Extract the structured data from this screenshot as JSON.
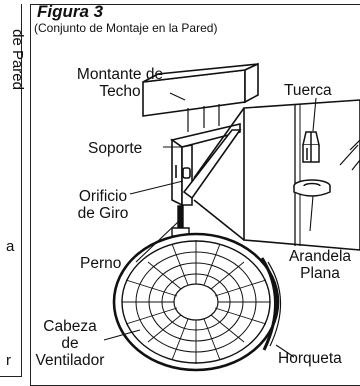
{
  "figure": {
    "title": "Figura 3",
    "subtitle": "(Conjunto de Montaje en la Pared)"
  },
  "labels": {
    "montante": "Montante de Techo",
    "montante_l1": "Montante de",
    "montante_l2": "Techo",
    "soporte": "Soporte",
    "orificio_l1": "Orificio",
    "orificio_l2": "de Giro",
    "perno": "Perno",
    "cabeza_l1": "Cabeza",
    "cabeza_l2": "de",
    "cabeza_l3": "Ventilador",
    "tuerca": "Tuerca",
    "arandela_l1": "Arandela",
    "arandela_l2": "Plana",
    "horqueta": "Horqueta"
  },
  "left_fragment": {
    "rot_text": "de Pared",
    "char_a": "a",
    "char_r": "r"
  }
}
